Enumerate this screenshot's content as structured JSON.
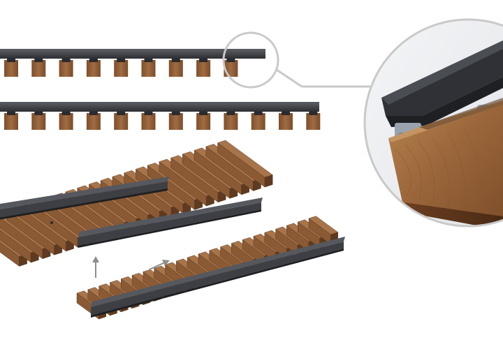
{
  "figure": {
    "view": "product-installation-illustration",
    "components": {
      "rail": "dark-aluminium-rail-icon",
      "slat": "wood-slat-icon",
      "clip": "mounting-clip-icon",
      "zoom": "magnifier-detail-icon",
      "arrow": "direction-arrow-icon"
    },
    "colors": {
      "rail": "#3d3f44",
      "rail_top": "#55585e",
      "wood": "#8a5a35",
      "wood_dark": "#5e3a20",
      "wood_light": "#a8744a",
      "clip": "#9aa3ad",
      "callout_ring": "#c9c9c9",
      "arrow": "#8d8d8d"
    },
    "strip_top": {
      "rail_count": 1,
      "slat_count": 9
    },
    "strip_bottom": {
      "rail_count": 1,
      "slat_count": 12
    },
    "assembly": {
      "rail_count": 3
    }
  }
}
